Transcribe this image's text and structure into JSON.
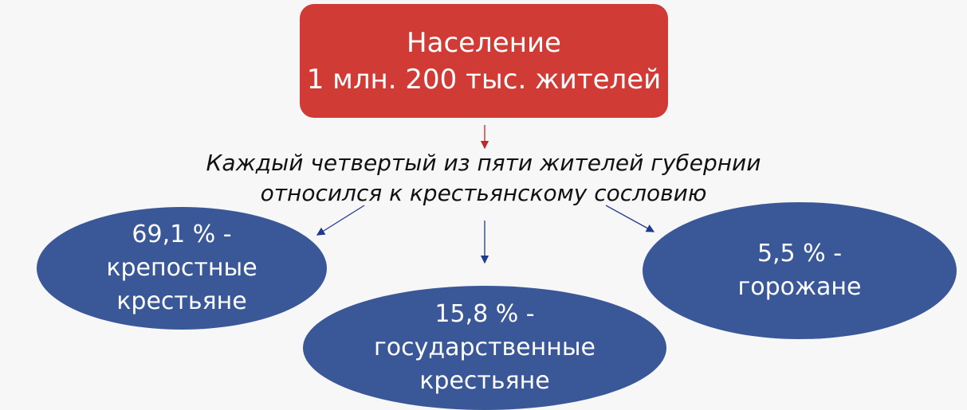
{
  "colors": {
    "top_box": "#d13b35",
    "ellipse": "#3a5898",
    "arrow_red": "#c0272d",
    "arrow_blue": "#1f3a8a"
  },
  "top": {
    "line1": "Население",
    "line2": "1 млн. 200 тыс. жителей"
  },
  "middle": {
    "line1": "Каждый четвертый из пяти жителей губернии",
    "line2": "относился к крестьянскому сословию"
  },
  "groups": [
    {
      "line1": "69,1 % -",
      "line2": "крепостные",
      "line3": "крестьяне"
    },
    {
      "line1": "15,8 % -",
      "line2": "государственные",
      "line3": "крестьяне"
    },
    {
      "line1": "5,5 % -",
      "line2": "горожане"
    }
  ]
}
